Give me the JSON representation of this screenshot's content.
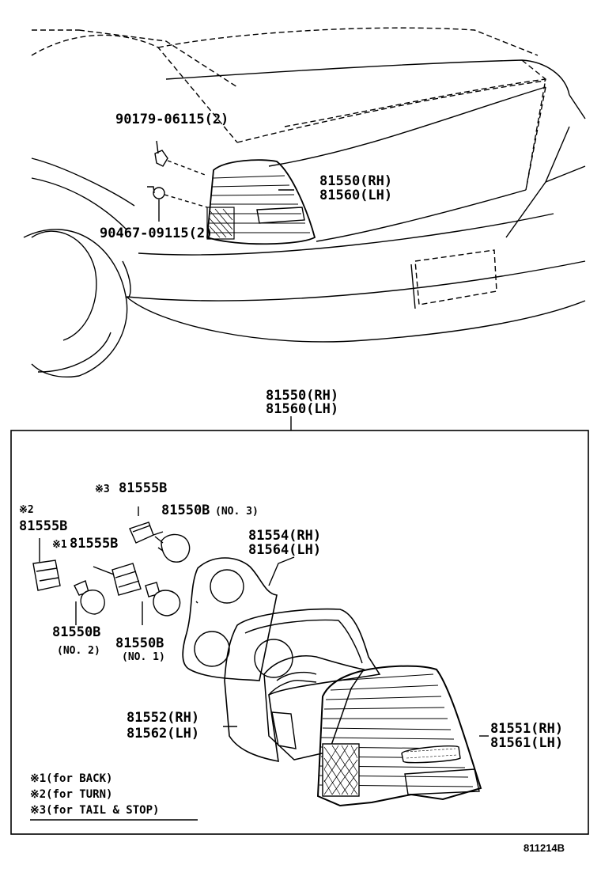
{
  "top_labels": {
    "bolt": "90179-06115(2)",
    "screw": "90467-09115(2)",
    "lamp_rh": "81550(RH)",
    "lamp_lh": "81560(LH)"
  },
  "box_title": {
    "rh": "81550(RH)",
    "lh": "81560(LH)"
  },
  "parts": {
    "socket3_mark": "※3",
    "socket3": "81555B",
    "bulb3": "81550B",
    "bulb3_no": "(NO. 3)",
    "socket2_mark": "※2",
    "socket2": "81555B",
    "socket1_mark": "※1",
    "socket1": "81555B",
    "bulb2": "81550B",
    "bulb2_no": "(NO. 2)",
    "bulb1": "81550B",
    "bulb1_no": "(NO. 1)",
    "gasket_rh": "81554(RH)",
    "gasket_lh": "81564(LH)",
    "housing_rh": "81552(RH)",
    "housing_lh": "81562(LH)",
    "lens_rh": "81551(RH)",
    "lens_lh": "81561(LH)"
  },
  "notes": [
    "※1(for BACK)",
    "※2(for TURN)",
    "※3(for TAIL & STOP)"
  ],
  "figure_code": "811214B"
}
